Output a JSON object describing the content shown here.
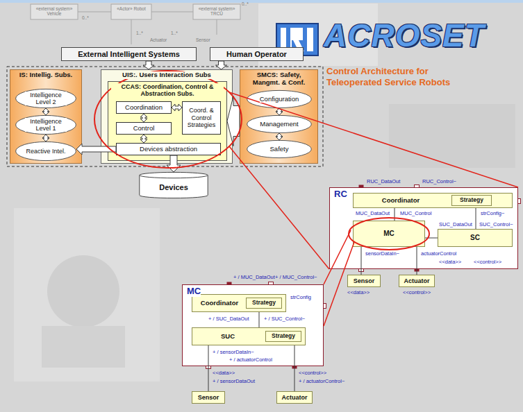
{
  "diagram": {
    "title": "Control Architecture for Teleoperated Service Robots",
    "nodes": [
      {
        "text": [
          "External Intelligent Systems"
        ]
      },
      {
        "text": [
          "Human Operator"
        ]
      },
      {
        "text": [
          "IS: Intellig. Subs."
        ]
      },
      {
        "text": [
          "Intelligence Level 2"
        ],
        "in": 2
      },
      {
        "text": [
          "Intelligence Level 1"
        ],
        "in": 2
      },
      {
        "text": [
          "Reactive Intel."
        ],
        "in": 2
      },
      {
        "text": [
          "UIS:. Users Interaction Subs"
        ]
      },
      {
        "text": [
          "CCAS: Coordination, Control & Abstraction Subs."
        ],
        "in": 6
      },
      {
        "text": [
          "Coordination"
        ],
        "in": 7
      },
      {
        "text": [
          "Control"
        ],
        "in": 7
      },
      {
        "text": [
          "Coord. & Control Strategies"
        ],
        "in": 7
      },
      {
        "text": [
          "Devices abstraction"
        ],
        "in": 7
      },
      {
        "text": [
          "SMCS: Safety, Mangmt. & Conf."
        ]
      },
      {
        "text": [
          "Configuration"
        ],
        "in": 12
      },
      {
        "text": [
          "Management"
        ],
        "in": 12
      },
      {
        "text": [
          "Safety"
        ],
        "in": 12
      },
      {
        "text": [
          "Devices"
        ]
      },
      {
        "text": [
          "RC"
        ]
      },
      {
        "text": [
          "Coordinator"
        ],
        "in": 17
      },
      {
        "text": [
          "Strategy"
        ],
        "in": 18
      },
      {
        "text": [
          "MC"
        ],
        "in": 17
      },
      {
        "text": [
          "SC"
        ],
        "in": 17
      },
      {
        "text": [
          "Sensor"
        ]
      },
      {
        "text": [
          "Actuator"
        ]
      },
      {
        "text": [
          "MC"
        ]
      },
      {
        "text": [
          "Coordinator"
        ],
        "in": 24
      },
      {
        "text": [
          "Strategy"
        ],
        "in": 25
      },
      {
        "text": [
          "SUC"
        ],
        "in": 24
      },
      {
        "text": [
          "Strategy"
        ],
        "in": 27
      },
      {
        "text": [
          "Sensor"
        ]
      },
      {
        "text": [
          "Actuator"
        ]
      }
    ],
    "edges": [
      {
        "from": 0,
        "to": 6,
        "arrow": "to"
      },
      {
        "from": 1,
        "to": 6,
        "arrow": "to"
      },
      {
        "from": 3,
        "to": 4,
        "arrow": "both"
      },
      {
        "from": 4,
        "to": 5,
        "arrow": "both"
      },
      {
        "from": 8,
        "to": 9,
        "arrow": "both"
      },
      {
        "from": 9,
        "to": 11,
        "arrow": "both"
      },
      {
        "from": 8,
        "to": 10,
        "arrow": "both"
      },
      {
        "from": 13,
        "to": 14,
        "arrow": "both"
      },
      {
        "from": 14,
        "to": 15,
        "arrow": "both"
      },
      {
        "from": 11,
        "to": 16,
        "arrow": "to"
      },
      {
        "from": 11,
        "to": 5,
        "arrow": "to"
      },
      {
        "from": 12,
        "to": 7,
        "arrow": "to"
      },
      {
        "from": 18,
        "to": 20,
        "arrow": "none"
      },
      {
        "from": 18,
        "to": 21,
        "arrow": "none"
      },
      {
        "from": 20,
        "to": 21,
        "arrow": "none"
      },
      {
        "from": 20,
        "to": 22,
        "arrow": "none"
      },
      {
        "from": 20,
        "to": 23,
        "arrow": "none"
      },
      {
        "from": 25,
        "to": 27,
        "arrow": "none"
      },
      {
        "from": 27,
        "to": 29,
        "arrow": "none"
      },
      {
        "from": 27,
        "to": 30,
        "arrow": "none"
      }
    ],
    "labels": [
      "ACROSET",
      "«external system» Vehicle",
      "«Actor» Robot",
      "«external system» TRCU",
      "0..*",
      "1..*",
      "1..*",
      "0..*",
      "Actuator",
      "Sensor",
      "RUC_DataOut",
      "RUC_Control~",
      "MUC_DataOut",
      "MUC_Control",
      "strConfig~",
      "SUC_DataOut",
      "SUC_Control~",
      "sensorDataIn~",
      "actuatorControl",
      "<<data>>",
      "<<control>>",
      "<<data>>",
      "<<control>>",
      "+ / MUC_DataOut",
      "+ / MUC_Control~",
      "strConfig",
      "+ / SUC_DataOut",
      "+ / SUC_Control~",
      "+ / sensorDataIn~",
      "+ / actuatorControl",
      "<<data>>",
      "<<control>>",
      "+ / sensorDataOut",
      "+ / actuatorControl~"
    ]
  }
}
